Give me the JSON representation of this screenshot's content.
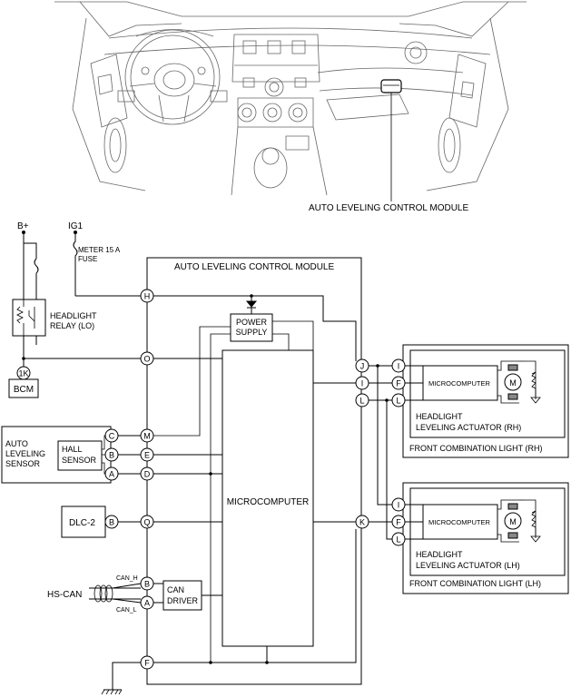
{
  "labels": {
    "auto_leveling_control_module_pointer": "AUTO LEVELING CONTROL MODULE",
    "module_title": "AUTO LEVELING CONTROL MODULE",
    "b_plus": "B+",
    "ig1": "IG1",
    "meter_fuse_line1": "METER 15 A",
    "meter_fuse_line2": "FUSE",
    "headlight_relay_line1": "HEADLIGHT",
    "headlight_relay_line2": "RELAY (LO)",
    "bcm_pin": "1K",
    "bcm": "BCM",
    "power_supply_line1": "POWER",
    "power_supply_line2": "SUPPLY",
    "microcomputer": "MICROCOMPUTER",
    "sensor_line1": "AUTO",
    "sensor_line2": "LEVELING",
    "sensor_line3": "SENSOR",
    "hall_line1": "HALL",
    "hall_line2": "SENSOR",
    "dlc2": "DLC-2",
    "hs_can": "HS-CAN",
    "can_h": "CAN_H",
    "can_l": "CAN_L",
    "can_driver_line1": "CAN",
    "can_driver_line2": "DRIVER",
    "rh_micro": "MICROCOMPUTER",
    "rh_actuator_line1": "HEADLIGHT",
    "rh_actuator_line2": "LEVELING ACTUATOR (RH)",
    "rh_light": "FRONT COMBINATION LIGHT (RH)",
    "lh_micro": "MICROCOMPUTER",
    "lh_actuator_line1": "HEADLIGHT",
    "lh_actuator_line2": "LEVELING ACTUATOR (LH)",
    "lh_light": "FRONT COMBINATION LIGHT (LH)",
    "motor_symbol": "M"
  },
  "pins": {
    "module_H": "H",
    "module_O": "O",
    "module_M": "M",
    "module_E": "E",
    "module_D": "D",
    "module_Q": "Q",
    "module_B": "B",
    "module_A": "A",
    "module_F": "F",
    "module_J": "J",
    "module_I": "I",
    "module_L": "L",
    "module_K": "K",
    "sensor_C": "C",
    "sensor_B": "B",
    "sensor_A": "A",
    "dlc_B": "B",
    "rh_I": "I",
    "rh_F": "F",
    "rh_L": "L",
    "lh_I": "I",
    "lh_F": "F",
    "lh_L": "L"
  }
}
